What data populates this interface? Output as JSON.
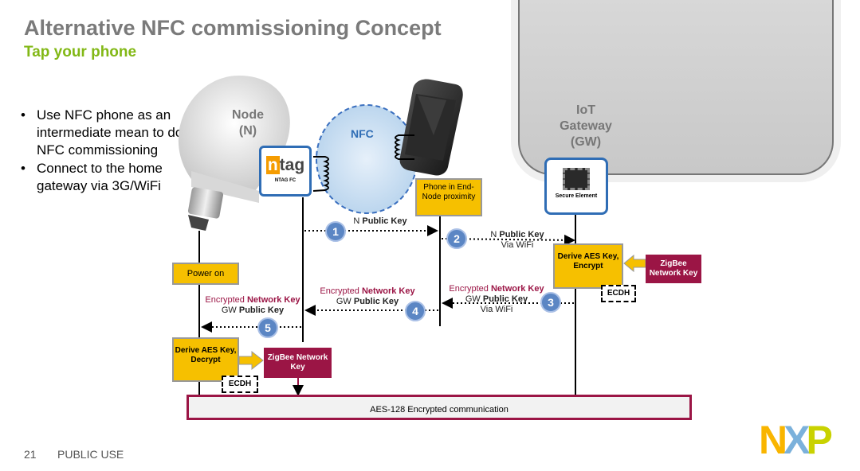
{
  "slide": {
    "title": "Alternative NFC commissioning Concept",
    "subtitle": "Tap your phone",
    "page_number": "21",
    "classification": "PUBLIC USE"
  },
  "bullets": [
    {
      "dot": "•",
      "text": "Use NFC phone as an intermediate mean to do NFC commissioning"
    },
    {
      "dot": "•",
      "text": "Connect to the home gateway via 3G/WiFi"
    }
  ],
  "node": {
    "name": "Node",
    "abbr": "(N)"
  },
  "gateway": {
    "line1": "IoT",
    "line2": "Gateway",
    "line3": "(GW)"
  },
  "ntag": {
    "logo_n": "n",
    "logo_text": "tag",
    "caption": "NTAG FC"
  },
  "nfc_label": "NFC",
  "secure_element": "Secure Element",
  "boxes": {
    "phone_proximity": "Phone in End-Node proximity",
    "power_on": "Power on",
    "derive_gw": "Derive AES Key, Encrypt",
    "derive_node": "Derive AES Key, Decrypt",
    "zigbee_gw": "ZigBee Network Key",
    "zigbee_node": "ZigBee Network Key",
    "ecdh_gw": "ECDH",
    "ecdh_node": "ECDH",
    "aes_comm": "AES-128 Encrypted communication"
  },
  "messages": {
    "m1": {
      "step": "1",
      "pre": "N",
      "bold": "Public Key"
    },
    "m2": {
      "step": "2",
      "pre": "N",
      "bold": "Public Key",
      "via": "Via WiFi"
    },
    "m3": {
      "step": "3",
      "red_pre": "Encrypted",
      "red_bold": "Network Key",
      "pre": "GW",
      "bold": "Public Key",
      "via": "Via WiFi"
    },
    "m4": {
      "step": "4",
      "red_pre": "Encrypted",
      "red_bold": "Network Key",
      "pre": "GW",
      "bold": "Public Key"
    },
    "m5": {
      "step": "5",
      "red_pre": "Encrypted",
      "red_bold": "Network Key",
      "pre": "GW",
      "bold": "Public Key"
    }
  },
  "logo": {
    "letters": [
      "N",
      "X",
      "P"
    ],
    "colors": [
      "#f9b500",
      "#7bb1db",
      "#c9d200"
    ]
  },
  "colors": {
    "accent_green": "#82b816",
    "yellow": "#f6c000",
    "maroon": "#9b1545",
    "step_blue": "#5b86c4",
    "frame_blue": "#2f6db5"
  }
}
